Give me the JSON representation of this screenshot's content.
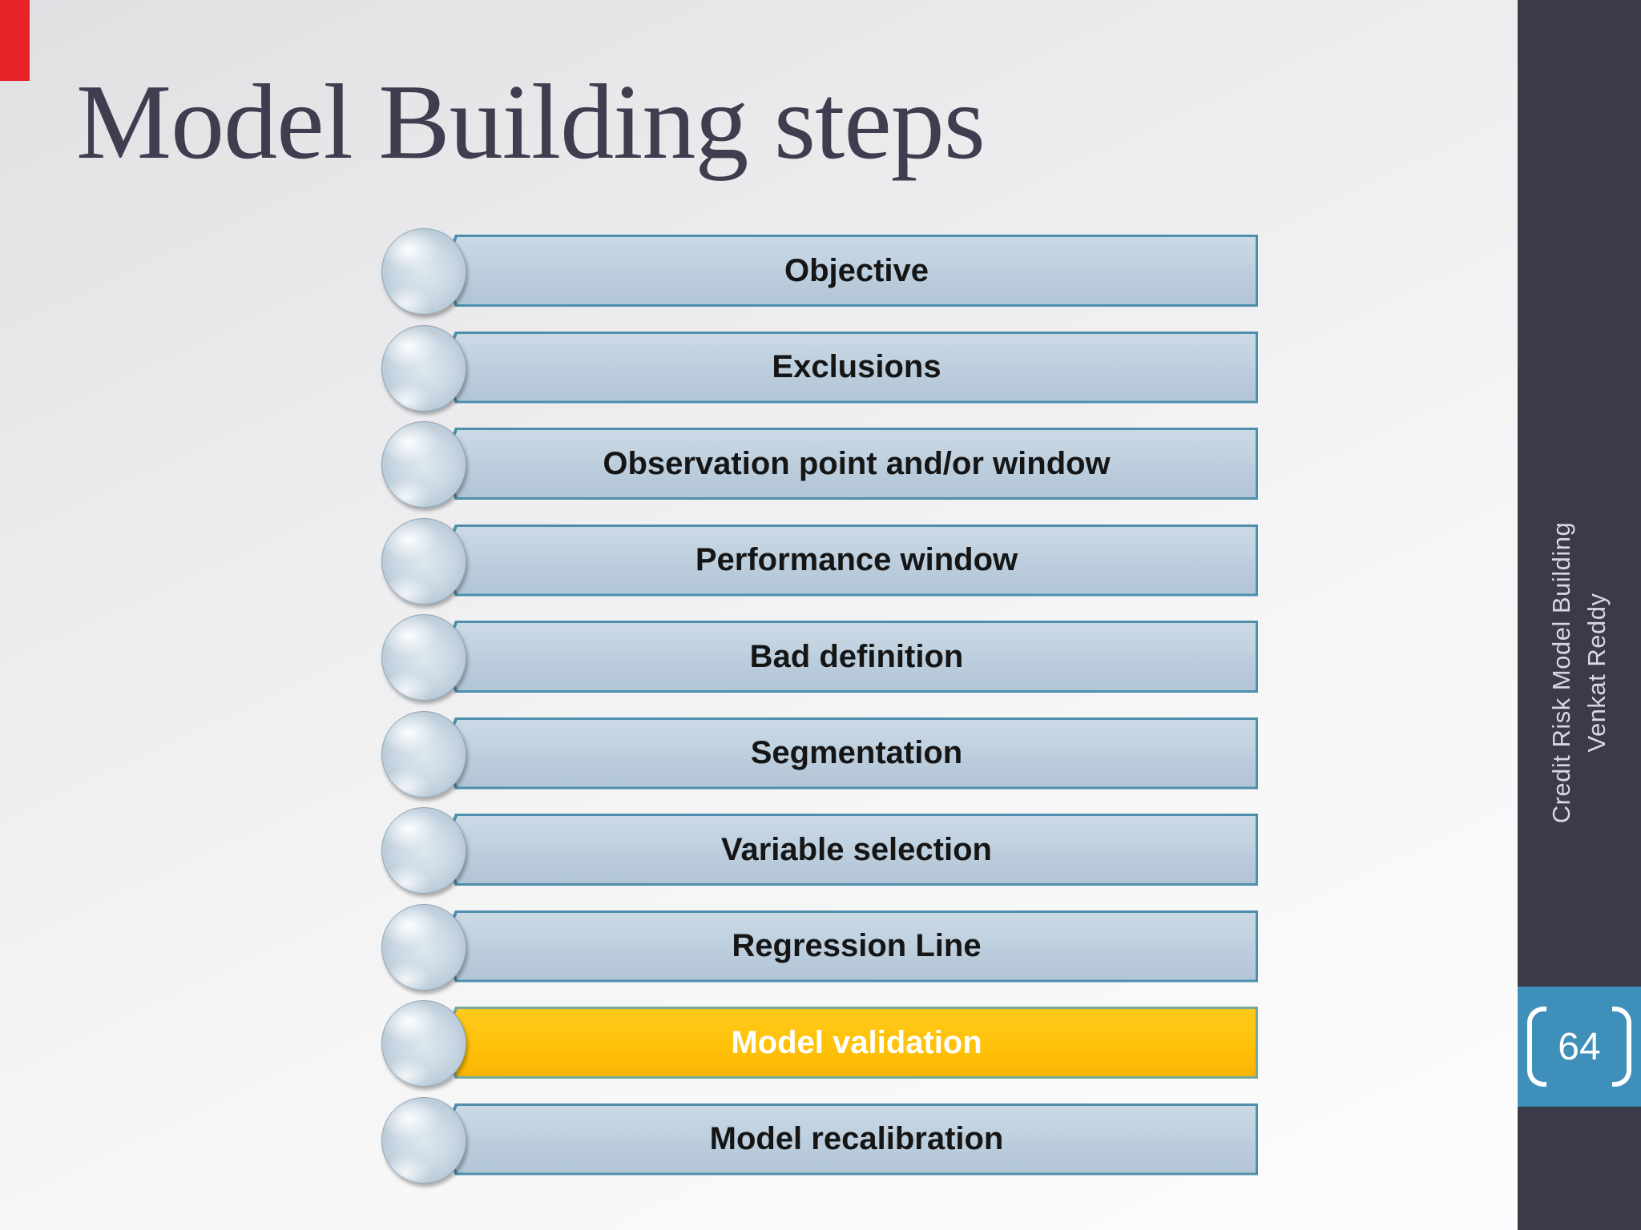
{
  "title": "Model Building steps",
  "steps": [
    {
      "label": "Objective",
      "highlighted": false
    },
    {
      "label": "Exclusions",
      "highlighted": false
    },
    {
      "label": "Observation point and/or window",
      "highlighted": false
    },
    {
      "label": "Performance window",
      "highlighted": false
    },
    {
      "label": "Bad definition",
      "highlighted": false
    },
    {
      "label": "Segmentation",
      "highlighted": false
    },
    {
      "label": "Variable selection",
      "highlighted": false
    },
    {
      "label": "Regression Line",
      "highlighted": false
    },
    {
      "label": "Model validation",
      "highlighted": true
    },
    {
      "label": "Model recalibration",
      "highlighted": false
    }
  ],
  "sidebar": {
    "line1": "Credit Risk Model Building",
    "line2": "Venkat Reddy"
  },
  "page_number": "64",
  "colors": {
    "title_color": "#3e3e50",
    "bar_fill": "#bccedd",
    "bar_border": "#4e8fae",
    "highlight_fill": "#ffc007",
    "highlight_border": "#76a89b",
    "sidebar_bg": "#3a3a49",
    "sidebar_text": "#d6d6e4",
    "page_box_bg": "#3e8fba",
    "red_strip": "#e62329"
  }
}
